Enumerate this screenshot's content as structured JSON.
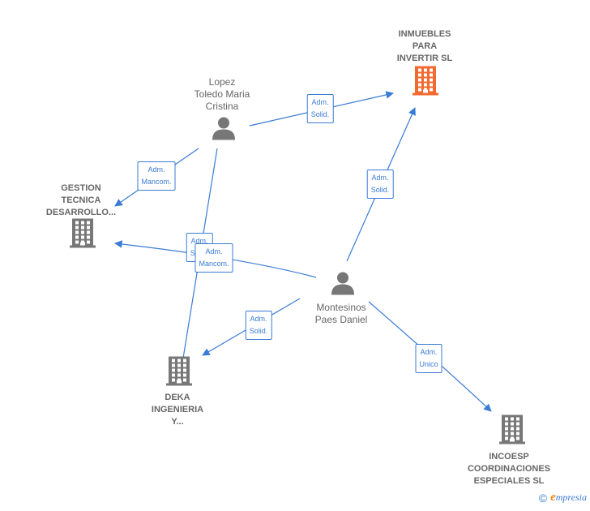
{
  "colors": {
    "edge": "#3a7bd5",
    "node": "#777777",
    "highlight": "#f26a30",
    "text": "#666666"
  },
  "nodes": {
    "inmuebles": {
      "type": "company",
      "icon": "building-icon",
      "highlight": true,
      "lines": [
        "INMUEBLES",
        "PARA",
        "INVERTIR  SL"
      ]
    },
    "lopez": {
      "type": "person",
      "icon": "person-icon",
      "lines": [
        "Lopez",
        "Toledo Maria",
        "Cristina"
      ]
    },
    "gestion": {
      "type": "company",
      "icon": "building-icon",
      "lines": [
        "GESTION",
        "TECNICA",
        "DESARROLLO..."
      ]
    },
    "montesinos": {
      "type": "person",
      "icon": "person-icon",
      "lines": [
        "Montesinos",
        "Paes Daniel"
      ]
    },
    "deka": {
      "type": "company",
      "icon": "building-icon",
      "lines": [
        "DEKA",
        "INGENIERIA",
        "Y..."
      ]
    },
    "incoesp": {
      "type": "company",
      "icon": "building-icon",
      "lines": [
        "INCOESP",
        "COORDINACIONES",
        "ESPECIALES  SL"
      ]
    }
  },
  "edges": [
    {
      "from": "lopez",
      "to": "inmuebles",
      "role": [
        "Adm.",
        "Solid."
      ]
    },
    {
      "from": "lopez",
      "to": "gestion",
      "role": [
        "Adm.",
        "Mancom."
      ]
    },
    {
      "from": "lopez",
      "to": "deka",
      "role": [
        "Adm.",
        "Solid."
      ]
    },
    {
      "from": "montesinos",
      "to": "gestion",
      "role": [
        "Adm.",
        "Mancom."
      ]
    },
    {
      "from": "montesinos",
      "to": "inmuebles",
      "role": [
        "Adm.",
        "Solid."
      ]
    },
    {
      "from": "montesinos",
      "to": "deka",
      "role": [
        "Adm.",
        "Solid."
      ]
    },
    {
      "from": "montesinos",
      "to": "incoesp",
      "role": [
        "Adm.",
        "Unico"
      ]
    }
  ],
  "brand": {
    "copyright": "©",
    "name_initial": "e",
    "name_rest": "mpresia"
  }
}
